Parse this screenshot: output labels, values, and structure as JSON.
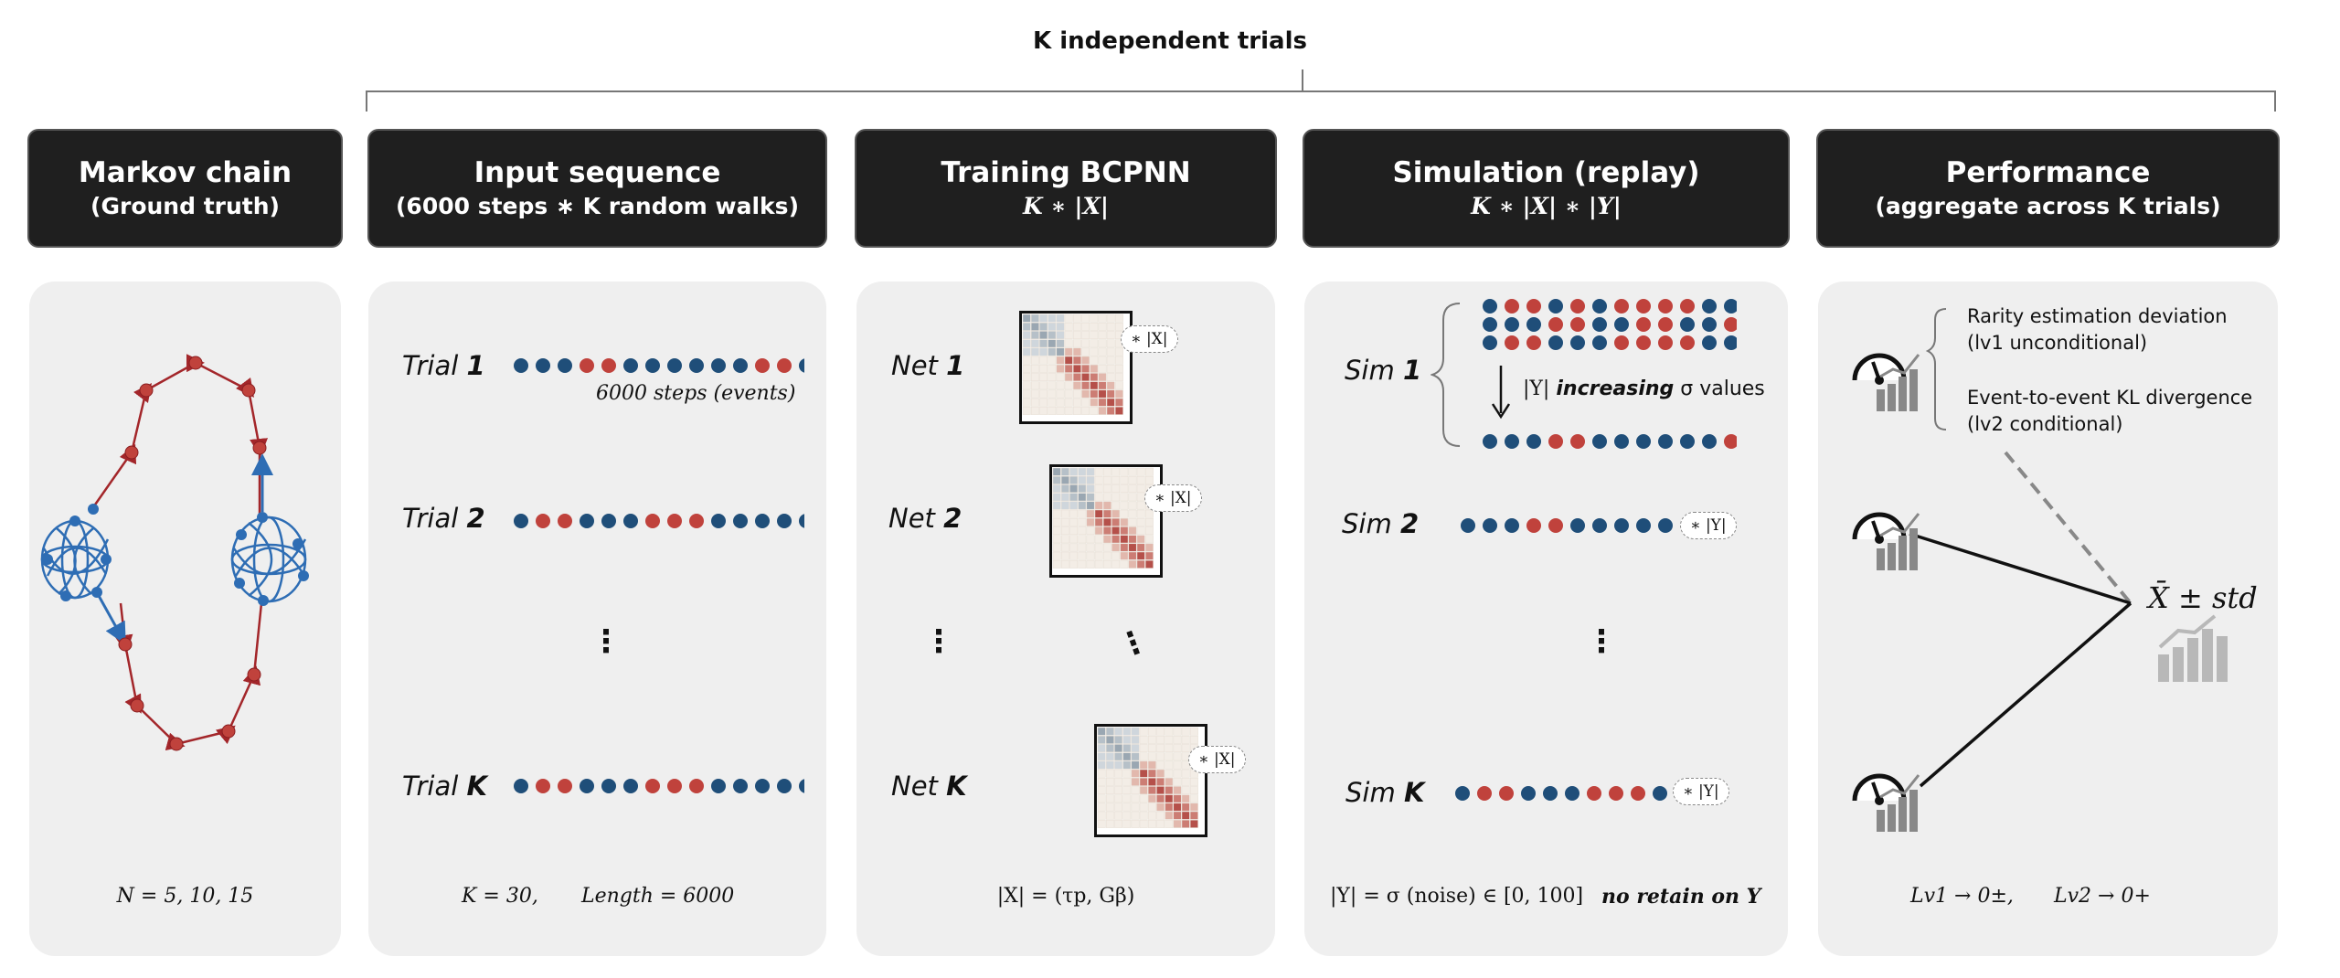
{
  "top_title": "K independent trials",
  "colors": {
    "red": "#c0423c",
    "blue": "#1f4e79",
    "dark_red": "#a3262a",
    "graph_blue": "#2e6db4",
    "header_bg": "#1f1f1f",
    "panel_bg": "#efefef"
  },
  "headers": [
    {
      "line1": "Markov chain",
      "line2": "(Ground truth)"
    },
    {
      "line1": "Input sequence",
      "line2": "(6000 steps ∗  K random walks)"
    },
    {
      "line1": "Training BCPNN",
      "line2": "K  ∗  |X|"
    },
    {
      "line1": "Simulation (replay)",
      "line2": "K ∗ |X| ∗ |Y|"
    },
    {
      "line1": "Performance",
      "line2": "(aggregate across K trials)"
    }
  ],
  "markov": {
    "footer": "N = 5, 10, 15"
  },
  "input": {
    "rows": [
      {
        "label": "Trial",
        "index": "1",
        "seq": "bbbrrbbbbbbrrb"
      },
      {
        "label": "Trial",
        "index": "2",
        "seq": "brrbbbrrrbbbbb"
      },
      {
        "label": "Trial",
        "index": "K",
        "seq": "brrbbbrrrbbbbb"
      }
    ],
    "note": "6000 steps (events)",
    "dots": "⋮",
    "footer_k": "K = 30,",
    "footer_len": "Length = 6000"
  },
  "training": {
    "rows": [
      {
        "label": "Net",
        "index": "1"
      },
      {
        "label": "Net",
        "index": "2"
      },
      {
        "label": "Net",
        "index": "K"
      }
    ],
    "pill": "∗ |X|",
    "dots": "⋮",
    "footer": "|X| = (τp, Gβ)"
  },
  "simulation": {
    "rows": [
      {
        "label": "Sim",
        "index": "1"
      },
      {
        "label": "Sim",
        "index": "2",
        "seq": "bbbrrbbbbb"
      },
      {
        "label": "Sim",
        "index": "K",
        "seq": "brrbbbrrrbb"
      }
    ],
    "sim1_seqs": [
      "brrbrbrrrrbbbb",
      "bbbrrbbrrbbrrb",
      "brrbbbrrrrbbbb"
    ],
    "sim1_after": "bbbrrbbbbbbrrb",
    "increasing_prefix": "|Y|",
    "increasing_bold": "increasing",
    "increasing_suffix": "σ values",
    "pill": "∗ |Y|",
    "dots": "⋮",
    "footer_range": "|Y| = σ (noise) ∈ [0, 100]",
    "footer_note": "no retain on Y"
  },
  "performance": {
    "metric1_line1": "Rarity estimation deviation",
    "metric1_line2": "(lv1 unconditional)",
    "metric2_line1": "Event-to-event KL divergence",
    "metric2_line2": "(lv2 conditional)",
    "aggregate": "X̄ ± std",
    "footer_lv1": "Lv1  → 0±,",
    "footer_lv2": "Lv2  → 0+"
  }
}
